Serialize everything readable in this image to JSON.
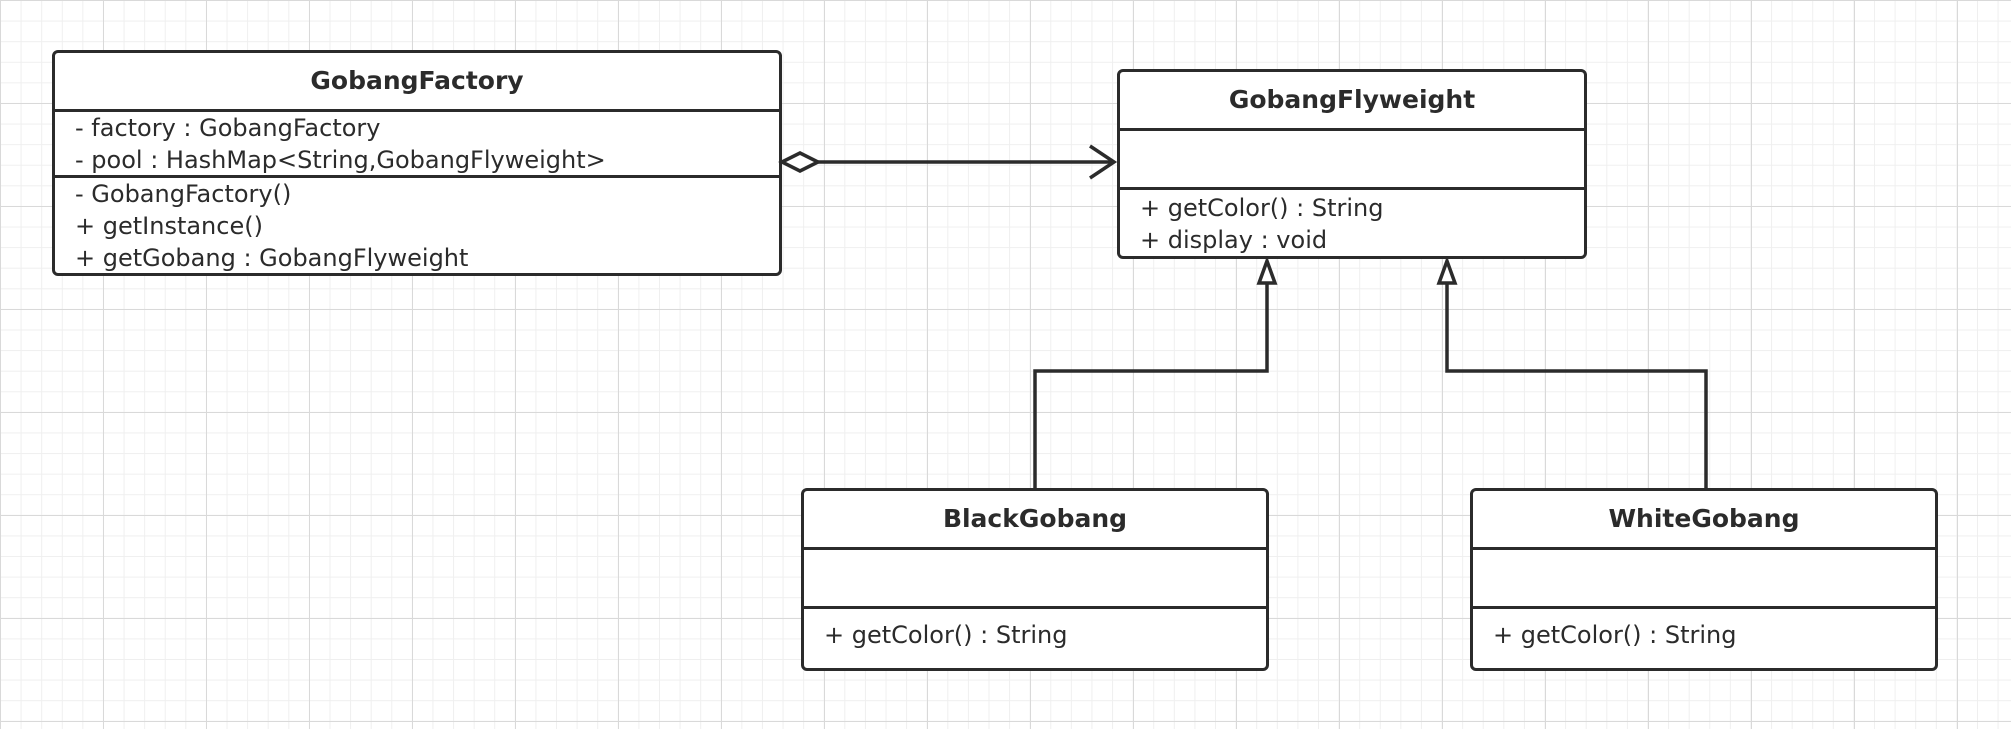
{
  "diagram": {
    "classes": {
      "gobang_factory": {
        "name": "GobangFactory",
        "attributes": [
          "- factory : GobangFactory",
          "- pool : HashMap<String,GobangFlyweight>"
        ],
        "operations": [
          "- GobangFactory()",
          "+ getInstance()",
          "+ getGobang : GobangFlyweight"
        ]
      },
      "gobang_flyweight": {
        "name": "GobangFlyweight",
        "attributes": [],
        "operations": [
          "+ getColor() : String",
          "+ display : void"
        ]
      },
      "black_gobang": {
        "name": "BlackGobang",
        "attributes": [],
        "operations": [
          "+ getColor() : String"
        ]
      },
      "white_gobang": {
        "name": "WhiteGobang",
        "attributes": [],
        "operations": [
          "+ getColor() : String"
        ]
      }
    },
    "relationships": [
      {
        "type": "aggregation",
        "from": "GobangFactory",
        "to": "GobangFlyweight"
      },
      {
        "type": "generalization",
        "from": "BlackGobang",
        "to": "GobangFlyweight"
      },
      {
        "type": "generalization",
        "from": "WhiteGobang",
        "to": "GobangFlyweight"
      }
    ],
    "colors": {
      "line": "#2b2b2b",
      "grid_major": "#d9d9d9",
      "grid_minor": "#efefef",
      "background": "#ffffff"
    }
  }
}
